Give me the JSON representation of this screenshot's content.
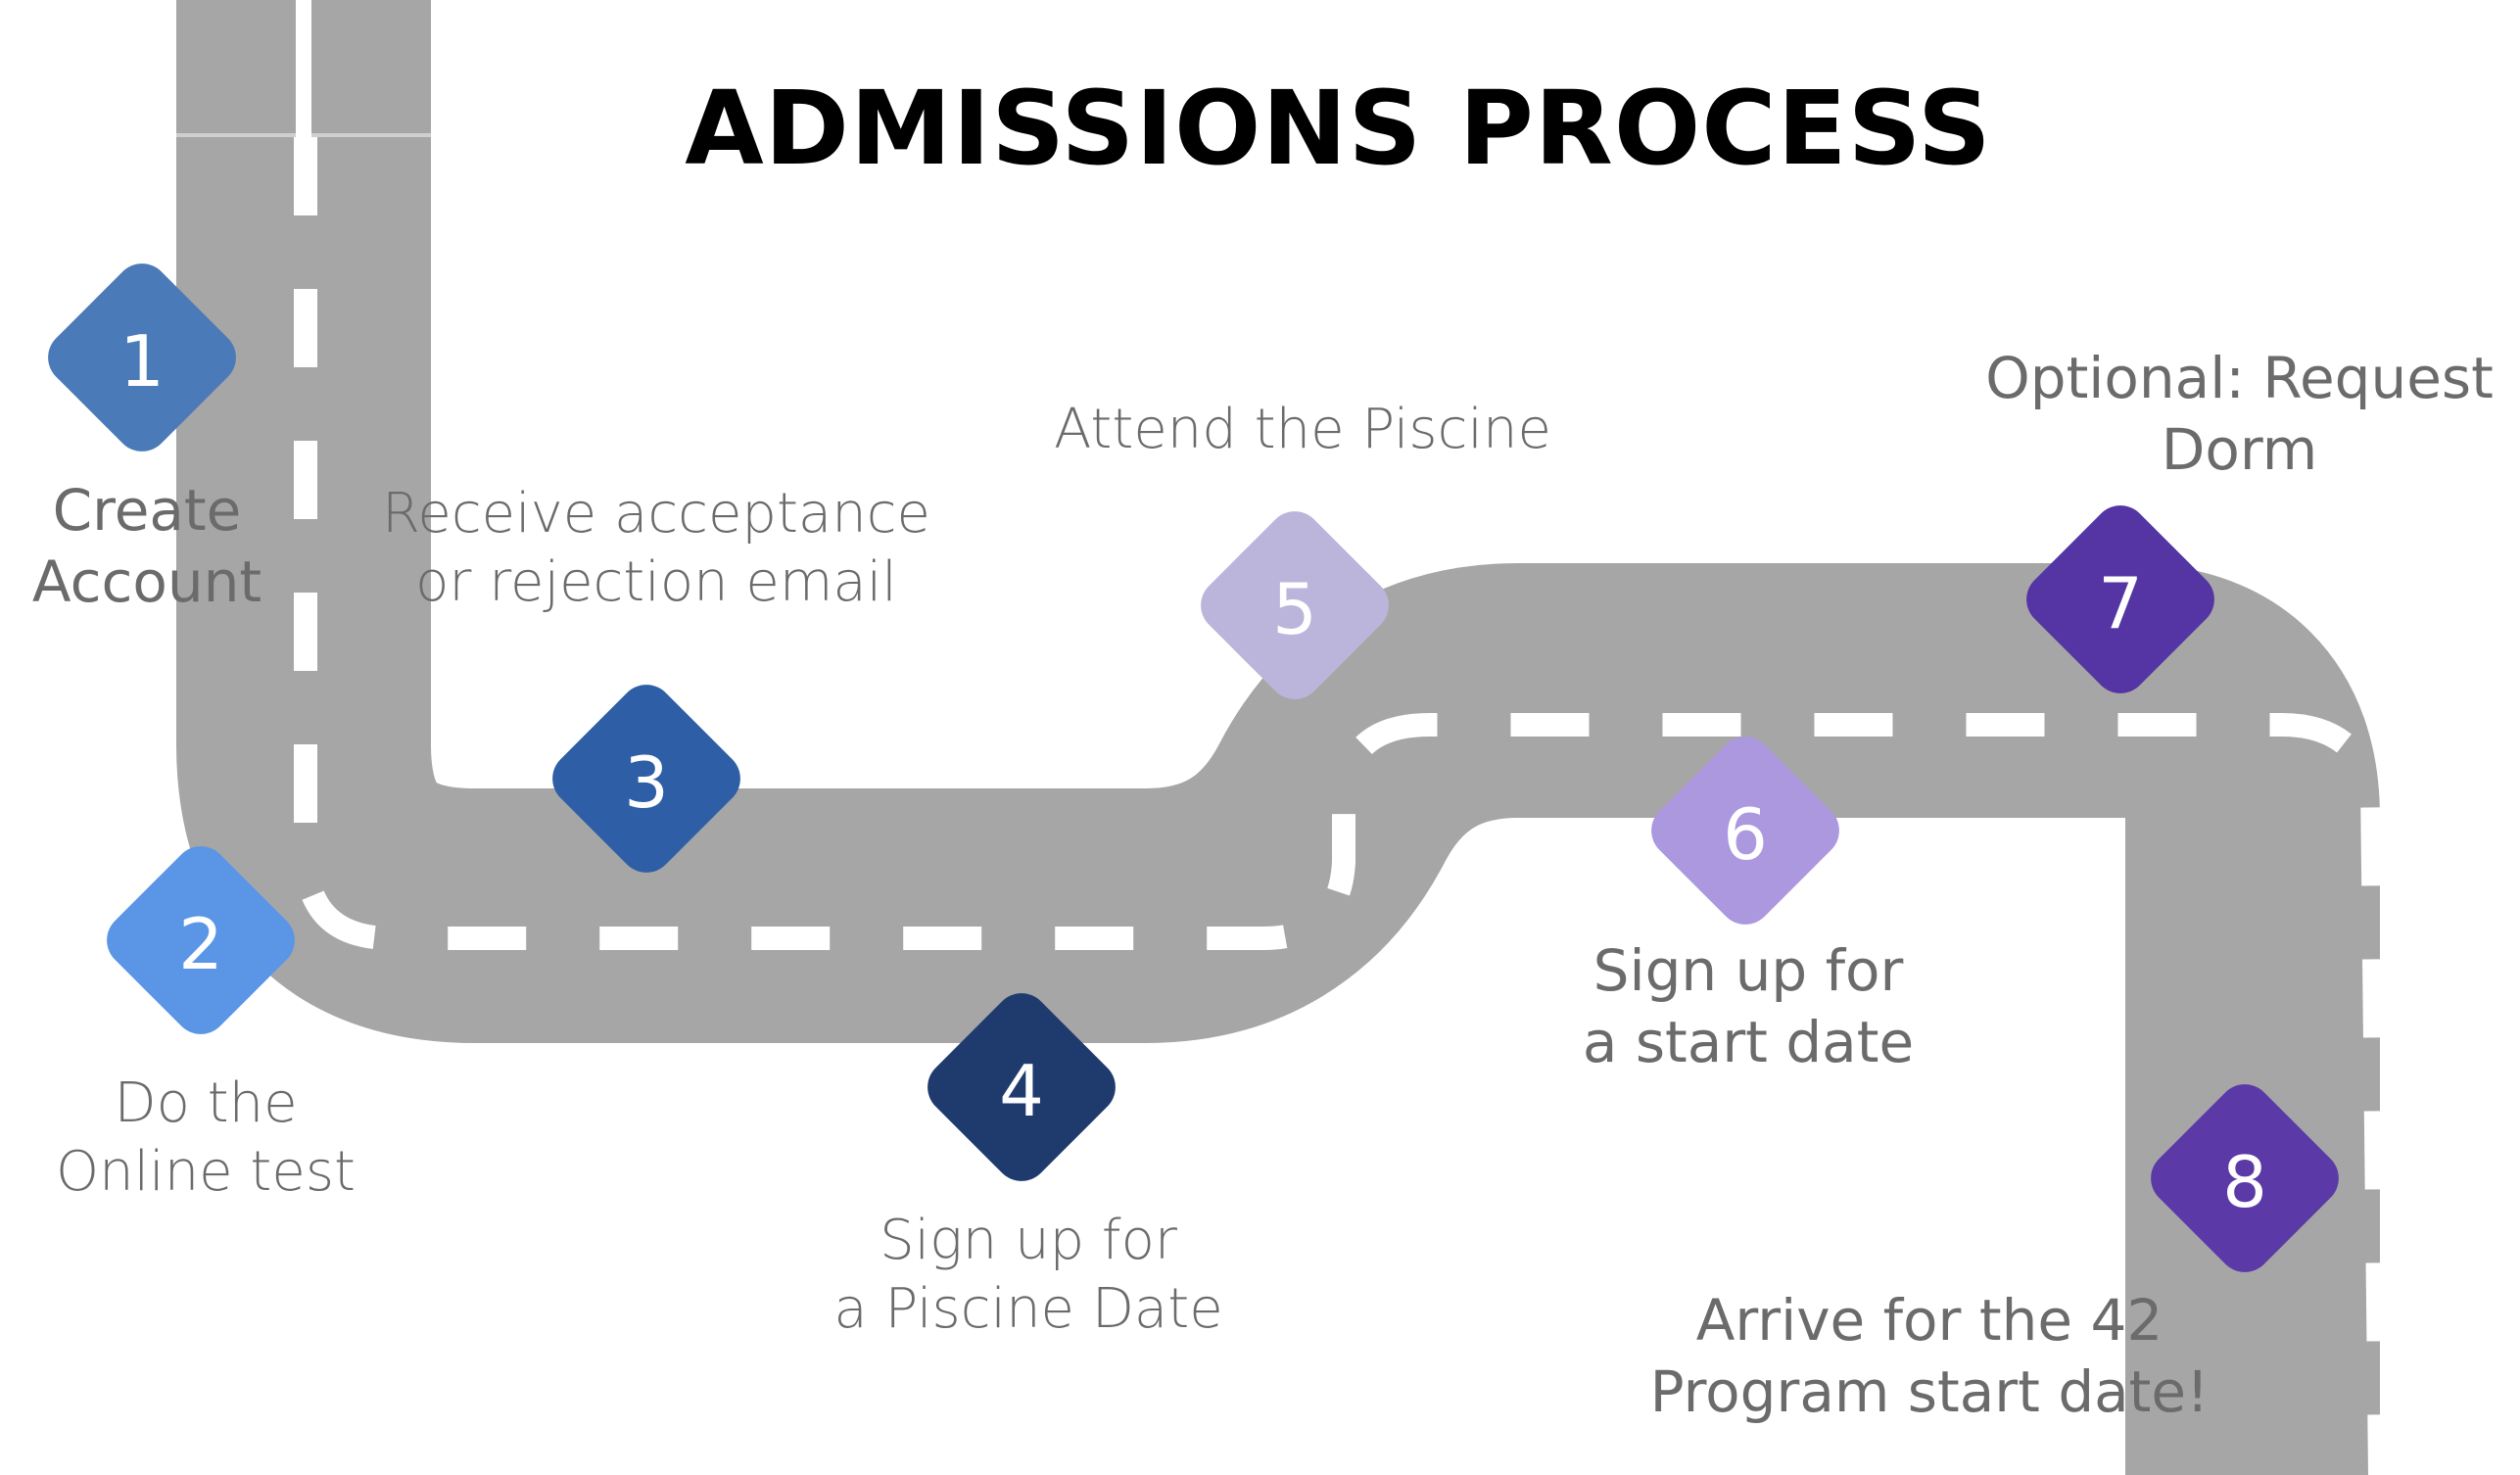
{
  "title": "ADMISSIONS PROCESS",
  "steps": [
    {
      "number": "1",
      "lines": [
        "Create",
        "Account"
      ],
      "color": "#4a7ab8"
    },
    {
      "number": "2",
      "lines": [
        "Do the",
        "Online test"
      ],
      "color": "#5a95e6"
    },
    {
      "number": "3",
      "lines": [
        "Receive acceptance",
        "or rejection email"
      ],
      "color": "#2e5fa6"
    },
    {
      "number": "4",
      "lines": [
        "Sign up for",
        "a Piscine Date"
      ],
      "color": "#1f3b6e"
    },
    {
      "number": "5",
      "lines": [
        "Attend the Piscine"
      ],
      "color": "#bbb5db"
    },
    {
      "number": "6",
      "lines": [
        "Sign up for",
        "a start date"
      ],
      "color": "#ab98df"
    },
    {
      "number": "7",
      "lines": [
        "Optional: Request",
        "Dorm"
      ],
      "color": "#5535a3"
    },
    {
      "number": "8",
      "lines": [
        "Arrive for the 42",
        "Program start date!"
      ],
      "color": "#5b3aa8"
    }
  ],
  "road_color": "#a6a6a6",
  "dash_color": "#ffffff"
}
